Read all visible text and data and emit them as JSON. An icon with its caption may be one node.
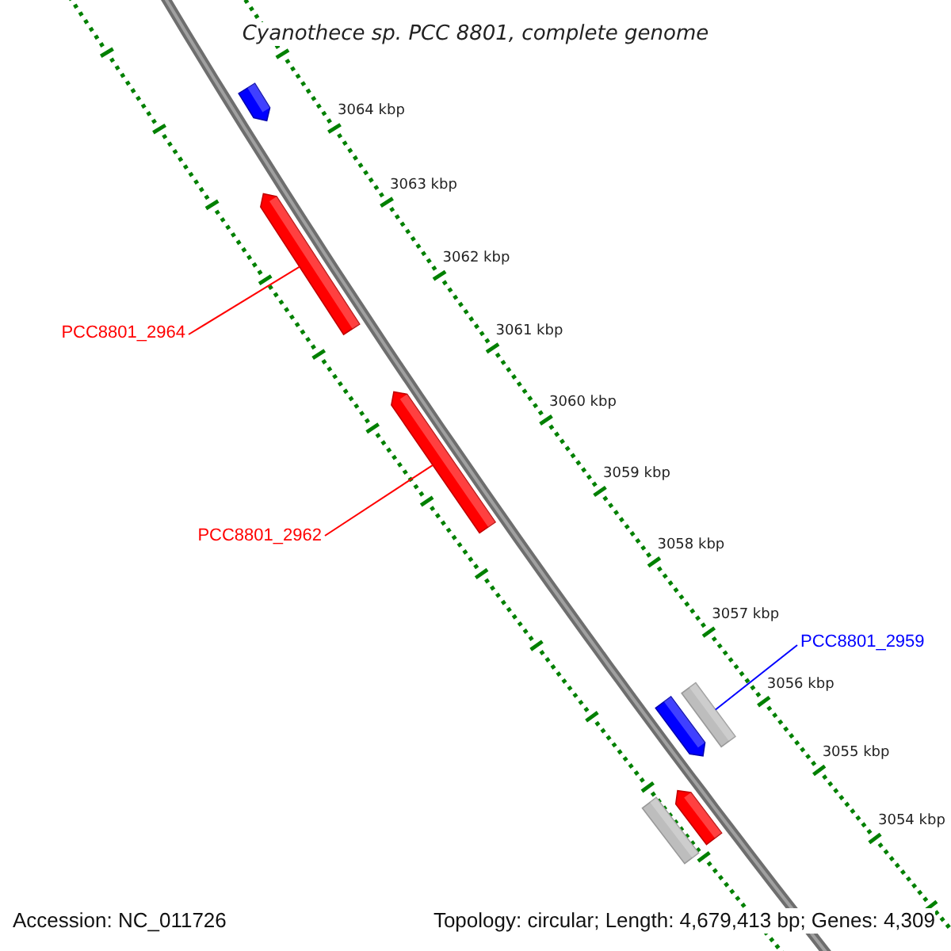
{
  "diagram": {
    "title": "Cyanothece sp. PCC 8801, complete genome",
    "nodes": [
      {
        "text": [
          "PCC8801_2964"
        ]
      },
      {
        "text": [
          "PCC8801_2962"
        ]
      },
      {
        "text": [
          "PCC8801_2959"
        ]
      },
      {
        "text": [],
        "shape": "arrow"
      },
      {
        "text": [],
        "shape": "arrow"
      },
      {
        "text": [],
        "shape": "arrow"
      },
      {
        "text": [],
        "shape": "bar"
      },
      {
        "text": [],
        "shape": "arrow"
      },
      {
        "text": [],
        "shape": "arrow"
      },
      {
        "text": [],
        "shape": "bar"
      }
    ],
    "edges": [
      {
        "from": 0,
        "to": 4,
        "arrow": "none",
        "color": "#ff0000"
      },
      {
        "from": 1,
        "to": 5,
        "arrow": "none",
        "color": "#ff0000"
      },
      {
        "from": 2,
        "to": 6,
        "arrow": "none",
        "color": "#0000ff"
      }
    ],
    "labels": [
      "3064 kbp",
      "3063 kbp",
      "3062 kbp",
      "3061 kbp",
      "3060 kbp",
      "3059 kbp",
      "3058 kbp",
      "3057 kbp",
      "3056 kbp",
      "3055 kbp",
      "3054 kbp",
      "Accession: NC_011726",
      "Topology: circular; Length: 4,679,413 bp; Genes: 4,309"
    ]
  }
}
